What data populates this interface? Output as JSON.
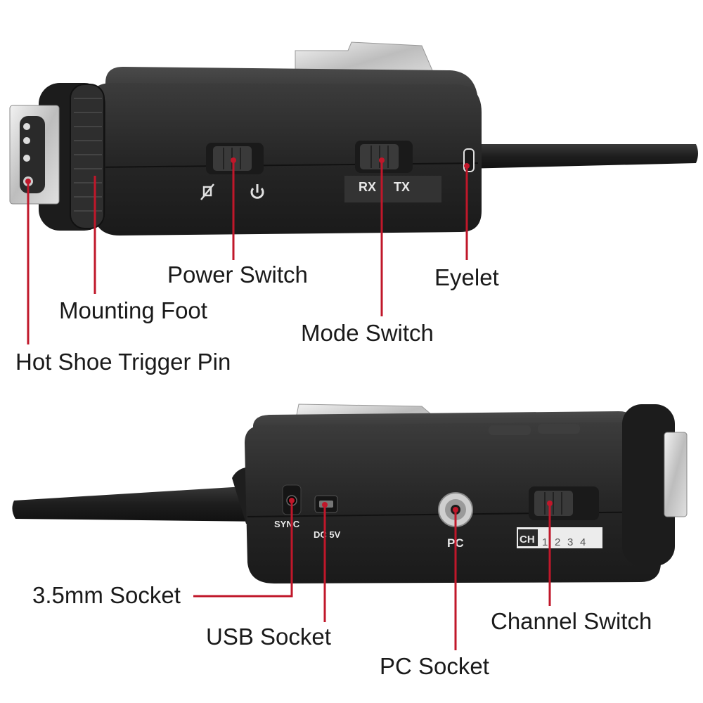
{
  "callouts": {
    "power_switch": "Power Switch",
    "eyelet": "Eyelet",
    "mounting_foot": "Mounting Foot",
    "mode_switch": "Mode Switch",
    "hot_shoe_trigger_pin": "Hot Shoe Trigger Pin",
    "socket_35mm": "3.5mm Socket",
    "channel_switch": "Channel Switch",
    "usb_socket": "USB Socket",
    "pc_socket": "PC Socket"
  },
  "device_labels": {
    "rx": "RX",
    "tx": "TX",
    "sync": "SYNC",
    "dc": "DC 5V",
    "pc": "PC",
    "ch": "CH",
    "channels": [
      "1",
      "2",
      "3",
      "4"
    ]
  },
  "colors": {
    "leader_line": "#c0172a",
    "body": "#2a2a2a",
    "text": "#1a1a1a"
  }
}
